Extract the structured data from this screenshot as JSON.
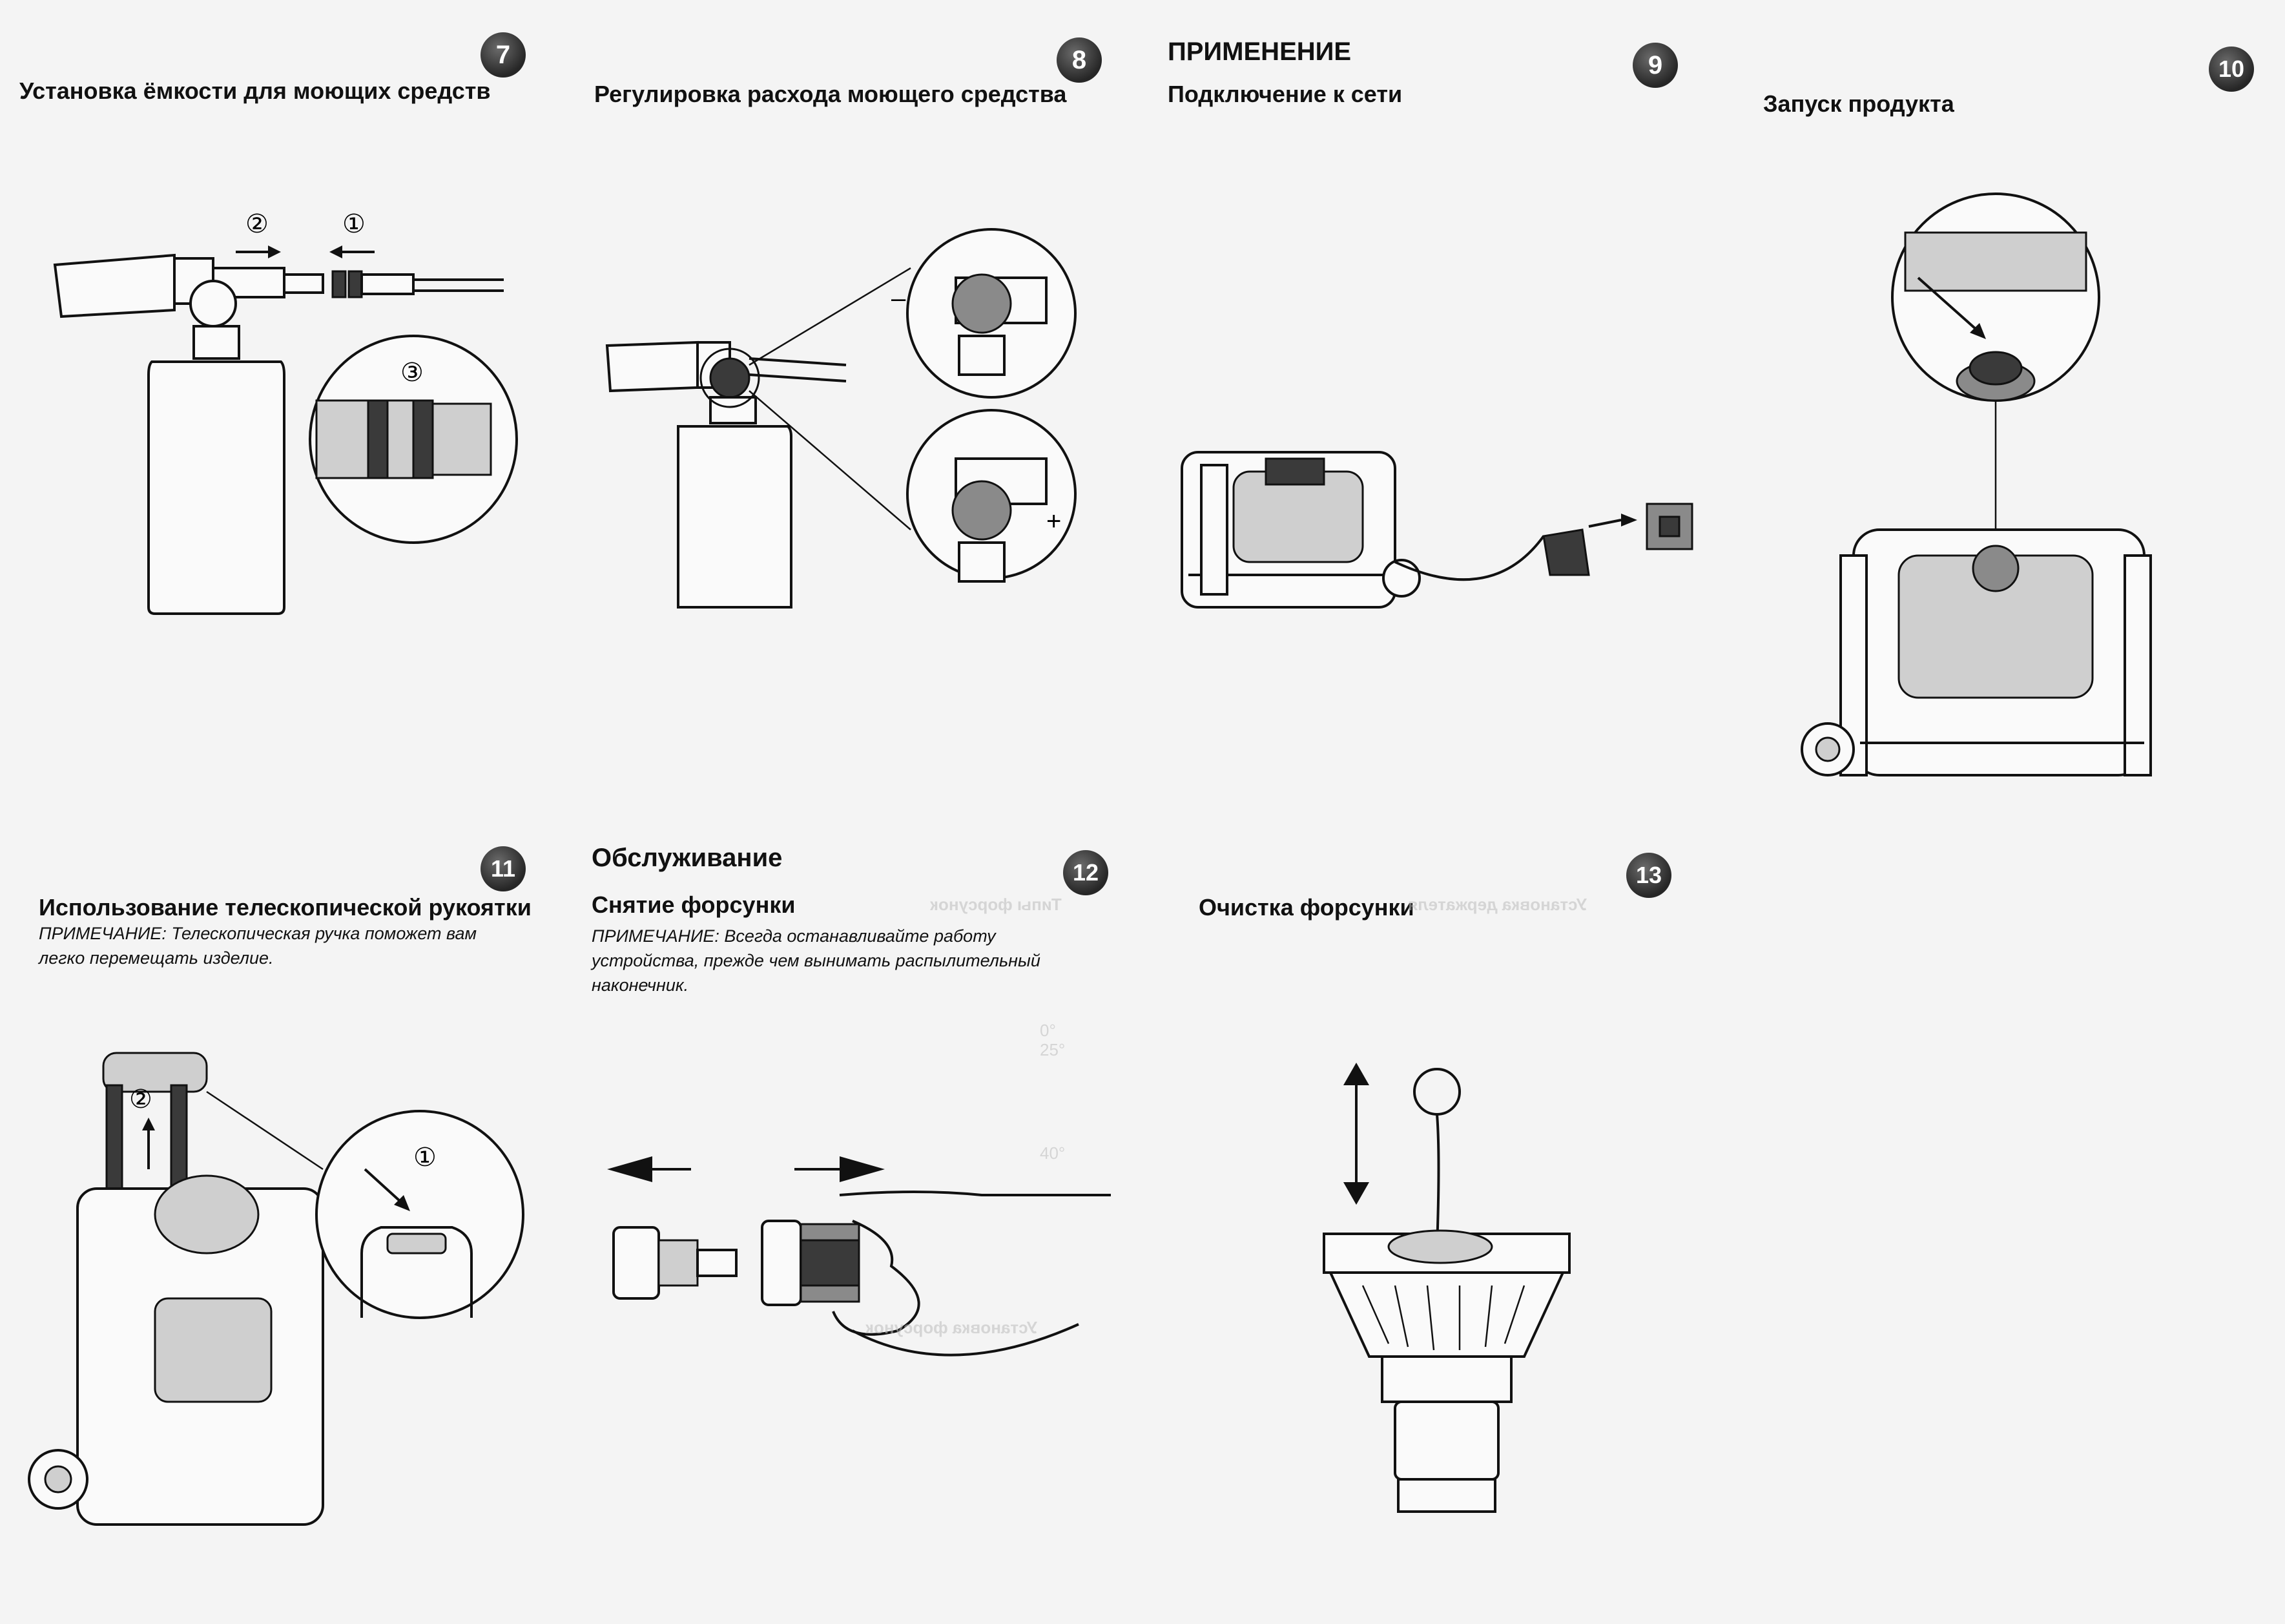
{
  "panels": [
    {
      "id": "p7",
      "number": "7",
      "title": "Установка ёмкости для моющих средств",
      "callouts": [
        "②",
        "①",
        "③"
      ]
    },
    {
      "id": "p8",
      "number": "8",
      "title": "Регулировка расхода моющего средства",
      "signs": [
        "–",
        "+"
      ]
    },
    {
      "id": "p9",
      "number": "9",
      "section": "ПРИМЕНЕНИЕ",
      "title": "Подключение к сети"
    },
    {
      "id": "p10",
      "number": "10",
      "title": "Запуск продукта"
    },
    {
      "id": "p11",
      "number": "11",
      "title": "Использование телескопической рукоятки",
      "note": "ПРИМЕЧАНИЕ: Телескопическая ручка поможет вам легко перемещать изделие.",
      "callouts": [
        "②",
        "①"
      ]
    },
    {
      "id": "p12",
      "number": "12",
      "section": "Обслуживание",
      "title": "Снятие форсунки",
      "note": "ПРИМЕЧАНИЕ: Всегда останавливайте работу устройства, прежде чем вынимать распылительный наконечник."
    },
    {
      "id": "p13",
      "number": "13",
      "title": "Очистка форсунки"
    }
  ],
  "bleed_through": [
    "Типы форсунок",
    "Установка форсунок",
    "Установка держателя",
    "0°",
    "25°",
    "40°"
  ]
}
